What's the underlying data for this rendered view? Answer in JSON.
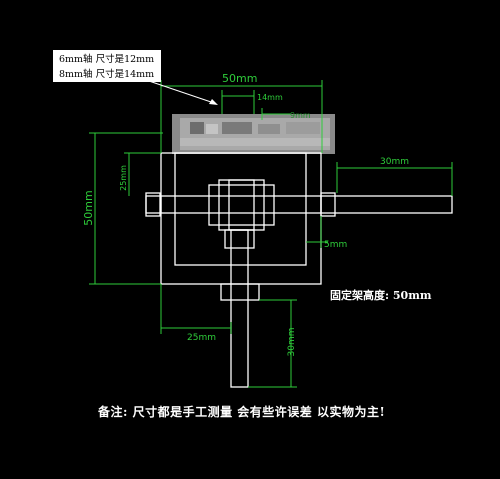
{
  "annotations": {
    "line1": "6mm轴 尺寸是12mm",
    "line2": "8mm轴 尺寸是14mm"
  },
  "dimensions": {
    "top_width": "50mm",
    "shaft_14": "14mm",
    "shaft_9": "9mm",
    "left_25": "25mm",
    "left_50": "50mm",
    "right_30": "30mm",
    "right_5": "5mm",
    "bottom_25": "25mm",
    "bottom_30": "30mm"
  },
  "height_label": "固定架高度: 50mm",
  "note": "备注: 尺寸都是手工测量 会有些许误差 以实物为主!",
  "colors": {
    "outline": "#ffffff",
    "dimension": "#2ecc3a",
    "background": "#000000"
  }
}
